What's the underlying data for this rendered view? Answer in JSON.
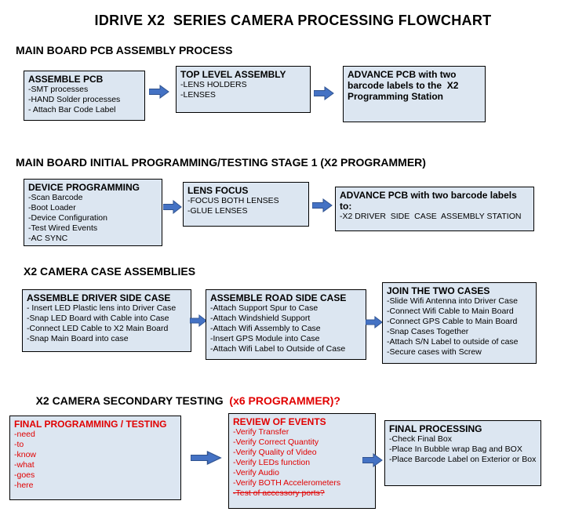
{
  "title": "IDRIVE X2  SERIES CAMERA PROCESSING FLOWCHART",
  "colors": {
    "box_fill": "#dce6f1",
    "box_border": "#000000",
    "arrow_fill": "#4472c4",
    "arrow_stroke": "#2f528f",
    "red_text": "#e10000"
  },
  "arrow_icon": "right-block-arrow",
  "sections": [
    {
      "header": "MAIN BOARD PCB ASSEMBLY PROCESS",
      "boxes": [
        {
          "title": "ASSEMBLE PCB",
          "items": [
            "-SMT processes",
            "-HAND Solder processes",
            "- Attach Bar Code Label"
          ]
        },
        {
          "title": "TOP LEVEL ASSEMBLY",
          "items": [
            "-LENS HOLDERS",
            "-LENSES"
          ]
        },
        {
          "title": "ADVANCE PCB with two barcode labels to the  X2 Programming Station",
          "items": []
        }
      ]
    },
    {
      "header": "MAIN BOARD INITIAL PROGRAMMING/TESTING STAGE 1 (X2 PROGRAMMER)",
      "boxes": [
        {
          "title": "DEVICE PROGRAMMING",
          "items": [
            "-Scan Barcode",
            "-Boot Loader",
            "-Device Configuration",
            "-Test Wired Events",
            "-AC SYNC"
          ]
        },
        {
          "title": "LENS FOCUS",
          "items": [
            "-FOCUS BOTH LENSES",
            "-GLUE LENSES"
          ]
        },
        {
          "title": "ADVANCE PCB with two barcode labels to:",
          "items": [
            "-X2 DRIVER  SIDE  CASE  ASSEMBLY STATION"
          ]
        }
      ]
    },
    {
      "header": "X2 CAMERA CASE ASSEMBLIES",
      "boxes": [
        {
          "title": "ASSEMBLE DRIVER SIDE CASE",
          "items": [
            "- Insert LED Plastic lens into Driver Case",
            "-Snap LED Board with Cable into Case",
            "-Connect LED Cable to X2 Main Board",
            "-Snap Main Board into case"
          ]
        },
        {
          "title": "ASSEMBLE ROAD SIDE CASE",
          "items": [
            "-Attach Support Spur to Case",
            "-Attach Windshield Support",
            "-Attach Wifi Assembly to Case",
            "-Insert GPS Module into Case",
            "-Attach Wifi Label to Outside of Case"
          ]
        },
        {
          "title": "JOIN THE TWO CASES",
          "items": [
            "-Slide Wifi Antenna into Driver Case",
            "-Connect Wifi Cable to Main Board",
            "-Connect GPS Cable to Main Board",
            "-Snap Cases Together",
            "-Attach S/N Label to outside of case",
            "-Secure cases with Screw"
          ]
        }
      ]
    },
    {
      "header": "X2 CAMERA SECONDARY TESTING  ",
      "header_red": "(x6 PROGRAMMER)?",
      "boxes": [
        {
          "title": "FINAL PROGRAMMING / TESTING",
          "items": [
            "-need",
            "-to",
            "-know",
            "-what",
            "-goes",
            "-here"
          ]
        },
        {
          "title": "REVIEW OF EVENTS",
          "items": [
            "-Verify Transfer",
            "-Verify Correct Quantity",
            "-Verify Quality of Video",
            "-Verify LEDs function",
            "-Verify Audio",
            "-Verify BOTH Accelerometers",
            "-Test of accessory ports?"
          ]
        },
        {
          "title": "FINAL PROCESSING",
          "items": [
            "-Check Final Box",
            "-Place In Bubble wrap Bag and BOX",
            "-Place Barcode Label on Exterior or Box"
          ]
        }
      ]
    }
  ]
}
